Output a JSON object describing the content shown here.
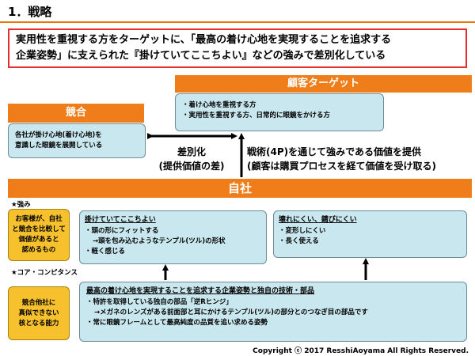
{
  "title": "1．戦略",
  "summary": "実用性を重視する方をターゲットに、「最高の着け心地を実現することを追求する\n企業姿勢」に支えられた『掛けていてここちよい』などの強みで差別化している",
  "customer": {
    "header": "顧客ターゲット",
    "items": [
      "・着け心地を重視する方",
      "・実用性を重視する方、日常的に眼鏡をかける方"
    ]
  },
  "competitor": {
    "header": "競合",
    "text": "各社が掛け心地(着け心地)を\n意識した眼鏡を展開している"
  },
  "differentiation": "差別化\n(提供価値の差)",
  "tactic": "戦術(4P)を通じて強みである価値を提供\n(顧客は購買プロセスを経て価値を受け取る)",
  "company": {
    "header": "自社",
    "strength_label": "★強み",
    "strength_note": "お客様が、自社\nと競合を比較して\n価値があると\n認めるもの",
    "strength1": {
      "title": "掛けていてここちよい",
      "items": [
        "・頭の形にフィットする",
        "→頭を包み込むようなテンプル(ツル)の形状",
        "・軽く感じる"
      ]
    },
    "strength2": {
      "title": "壊れにくい、錆びにくい",
      "items": [
        "・変形しにくい",
        "・長く使える"
      ]
    },
    "core_label": "★コア・コンピタンス",
    "core_note": "競合他社に\n真似できない\n核となる能力",
    "core": {
      "title": "最高の着け心地を実現することを追求する企業姿勢と独自の技術・部品",
      "items": [
        "・特許を取得している独自の部品「逆Rヒンジ」",
        "→メガネのレンズがある前面部と耳にかけるテンプル(ツル)の部分とのつなぎ目の部品です",
        "・常に眼鏡フレームとして最高純度の品質を追い求める姿勢"
      ]
    }
  },
  "copyright": "Copyright ⓒ 2017 ResshiAoyama All Rights Reserved."
}
